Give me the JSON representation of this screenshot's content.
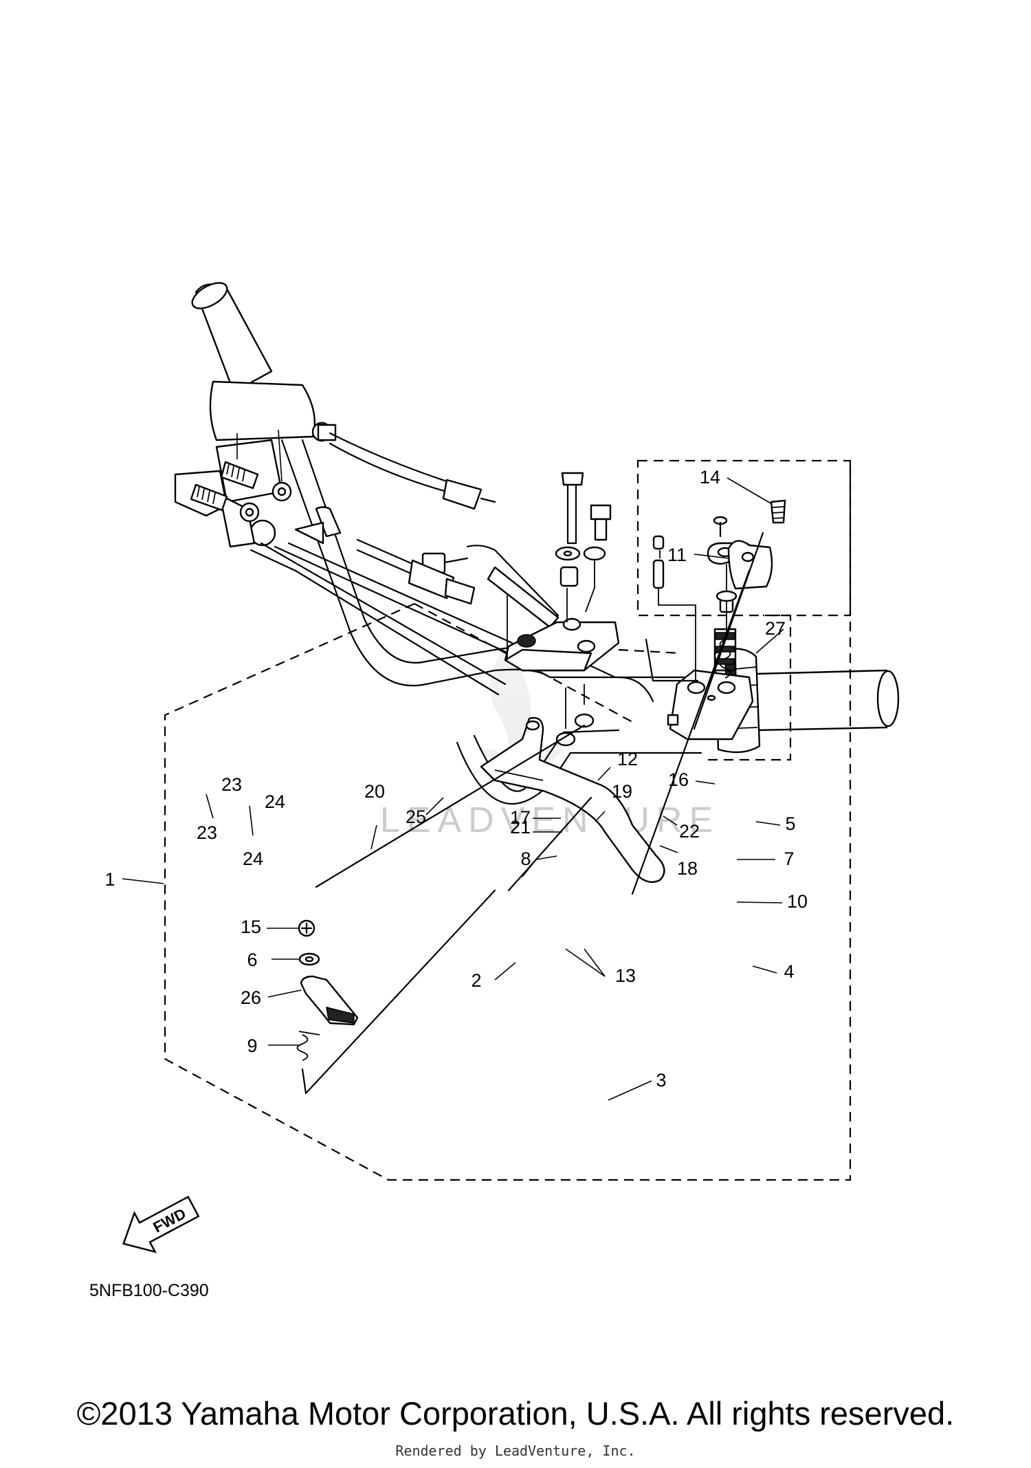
{
  "diagram": {
    "code": "5NFB100-C390",
    "fwd_label": "FWD",
    "callouts": [
      "1",
      "2",
      "3",
      "4",
      "5",
      "6",
      "7",
      "8",
      "9",
      "10",
      "11",
      "12",
      "13",
      "14",
      "15",
      "16",
      "17",
      "18",
      "19",
      "20",
      "21",
      "22",
      "23",
      "23",
      "24",
      "24",
      "25",
      "26",
      "27"
    ]
  },
  "watermark": "LEADVENTURE",
  "footer": {
    "copyright": "©2013 Yamaha Motor Corporation, U.S.A. All rights reserved.",
    "rendered_by": "Rendered by LeadVenture, Inc."
  }
}
